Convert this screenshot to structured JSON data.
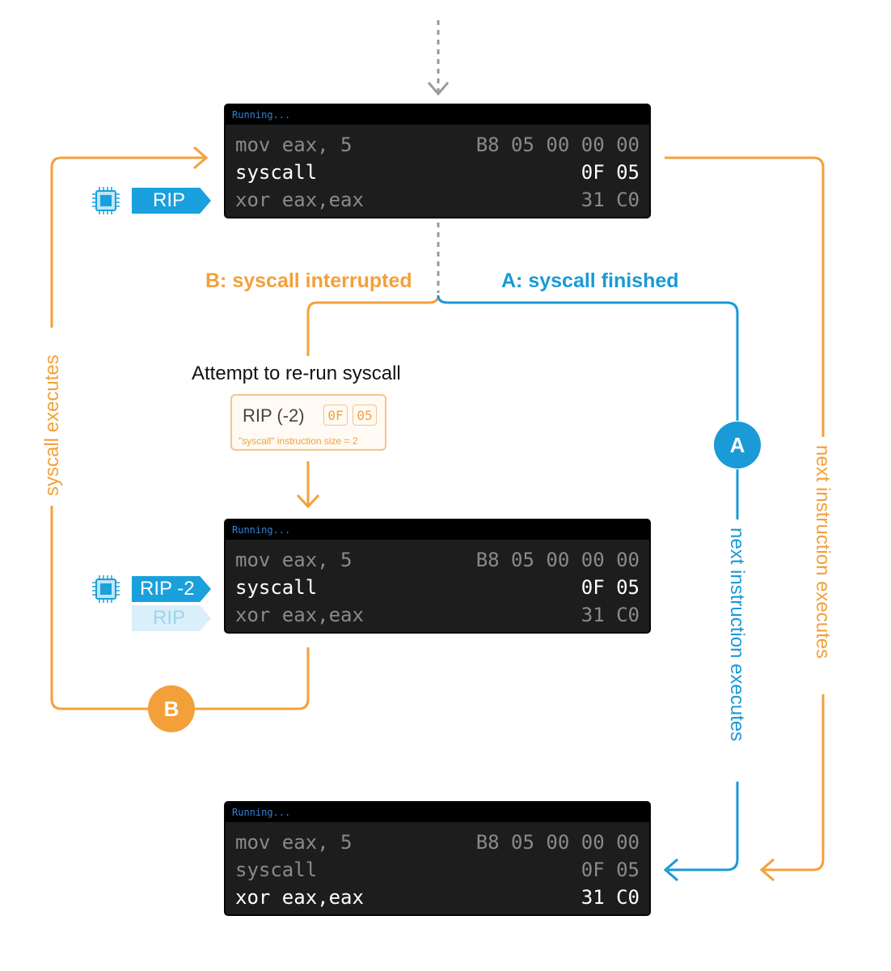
{
  "terminals": [
    {
      "status": "Running...",
      "rows": [
        {
          "asm": "mov eax, 5",
          "hex": "B8 05 00 00 00",
          "active": false
        },
        {
          "asm": "syscall",
          "hex": "0F 05",
          "active": true
        },
        {
          "asm": "xor eax,eax",
          "hex": "31 C0",
          "active": false
        }
      ]
    },
    {
      "status": "Running...",
      "rows": [
        {
          "asm": "mov eax, 5",
          "hex": "B8 05 00 00 00",
          "active": false
        },
        {
          "asm": "syscall",
          "hex": "0F 05",
          "active": true
        },
        {
          "asm": "xor eax,eax",
          "hex": "31 C0",
          "active": false
        }
      ]
    },
    {
      "status": "Running...",
      "rows": [
        {
          "asm": "mov eax, 5",
          "hex": "B8 05 00 00 00",
          "active": false
        },
        {
          "asm": "syscall",
          "hex": "0F 05",
          "active": false
        },
        {
          "asm": "xor eax,eax",
          "hex": "31 C0",
          "active": true
        }
      ]
    }
  ],
  "rip_top": "RIP",
  "rip_mid": "RIP -2",
  "rip_ghost": "RIP",
  "branch_b": "B: syscall interrupted",
  "branch_a": "A: syscall finished",
  "attempt_text": "Attempt to re-run syscall",
  "rip_box": {
    "label": "RIP (-2)",
    "bytes": [
      "0F",
      "05"
    ],
    "note": "\"syscall\" instruction size = 2"
  },
  "left_label": "syscall executes",
  "right_label": "next instruction executes",
  "a_path_label": "next instruction executes",
  "circle_a": "A",
  "circle_b": "B",
  "colors": {
    "orange": "#f4a03a",
    "blue": "#1a9ad6",
    "terminal_bg": "#1d1d1d",
    "dim_text": "#8a8a8a"
  }
}
